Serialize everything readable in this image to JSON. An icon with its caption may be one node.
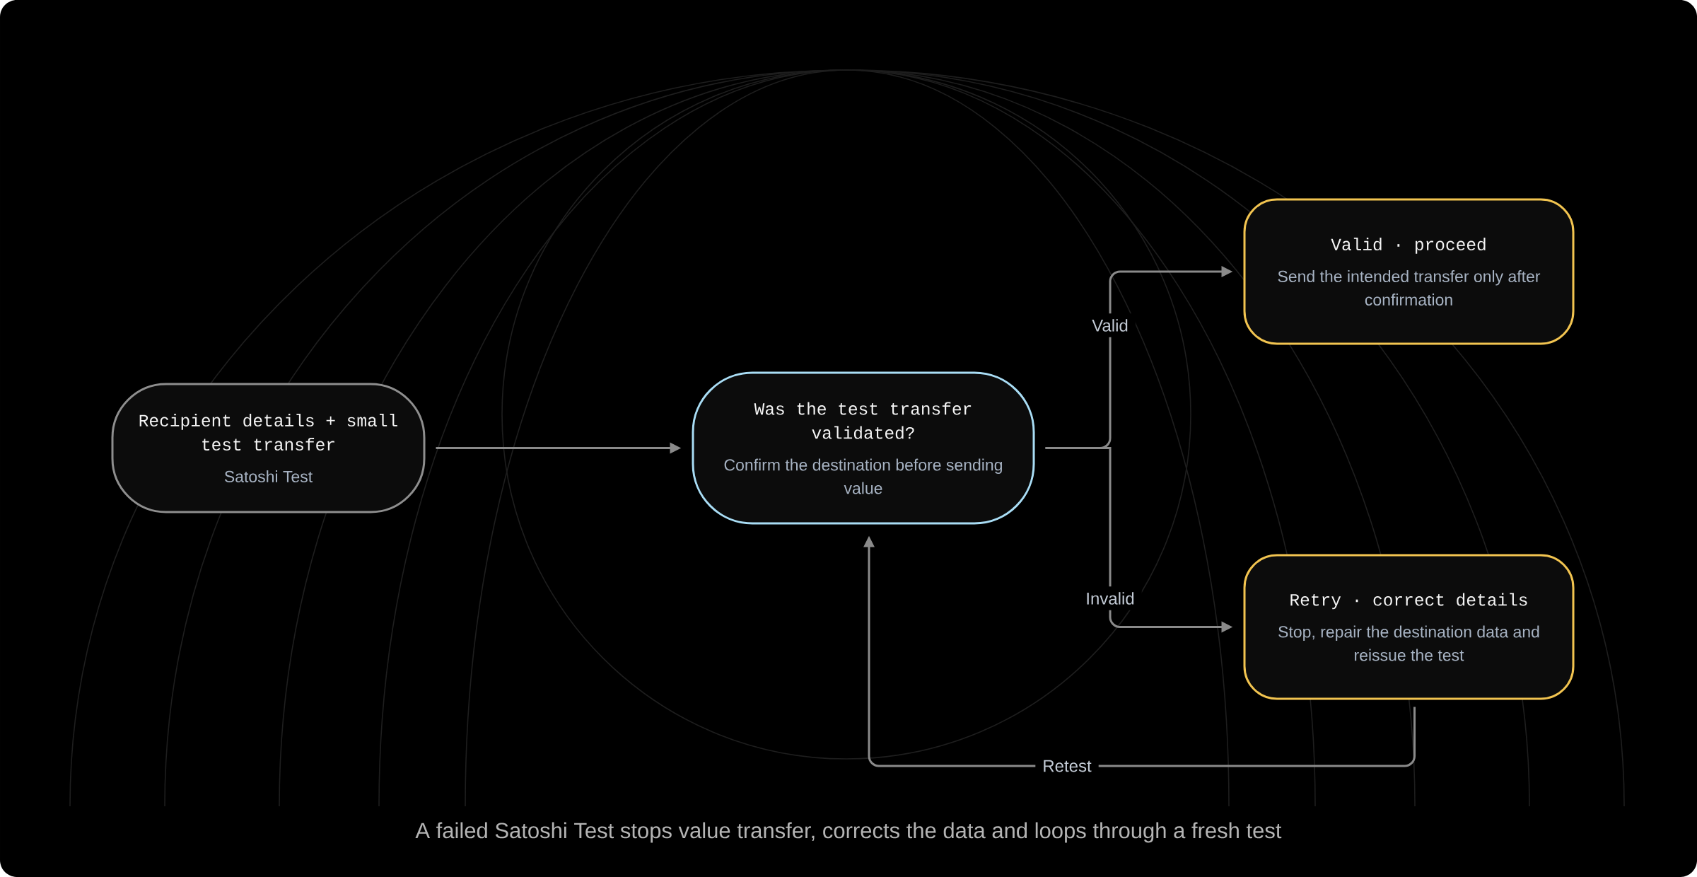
{
  "diagram": {
    "caption": "A failed Satoshi Test stops value transfer, corrects the data and loops through a fresh test",
    "nodes": [
      {
        "text": [
          "Recipient details + small test transfer",
          "Satoshi Test"
        ]
      },
      {
        "text": [
          "Was the test transfer validated?",
          "Confirm the destination before sending value"
        ]
      },
      {
        "text": [
          "Valid · proceed",
          "Send the intended transfer only after confirmation"
        ]
      },
      {
        "text": [
          "Retry · correct details",
          "Stop, repair the destination data and reissue the test"
        ]
      }
    ],
    "edges": [
      {
        "from": 0,
        "to": 1,
        "arrow": "to"
      },
      {
        "from": 1,
        "to": 2,
        "arrow": "to",
        "label": "Valid"
      },
      {
        "from": 1,
        "to": 3,
        "arrow": "to",
        "label": "Invalid"
      },
      {
        "from": 3,
        "to": 1,
        "arrow": "to",
        "label": "Retest"
      }
    ]
  }
}
